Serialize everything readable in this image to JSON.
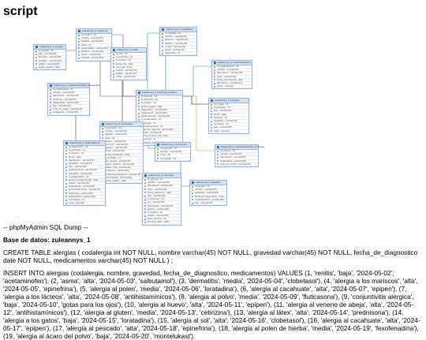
{
  "page": {
    "title": "script"
  },
  "diagram": {
    "tables": [
      {
        "name": "zuleannys_1 medicos",
        "fields": [
          "id_medico : int",
          "nombre : varchar(45)",
          "apellido : varchar(45)",
          "edad : int",
          "especialidad : varchar(45)",
          "telefono : varchar(45)",
          "email : varchar(45)",
          "hospital : varchar(45)"
        ]
      },
      {
        "name": "zuleannys_1 citas",
        "fields": [
          "id_cita : int",
          "id_paciente : int",
          "id_medico : int",
          "fecha_cita : date",
          "hora_cita : time",
          "motivo : varchar(45)",
          "estado : varchar(45)",
          "notas : varchar(45)"
        ]
      },
      {
        "name": "zuleannys_1 hospitales",
        "fields": [
          "id_hospital : int",
          "nombre : varchar(45)",
          "direccion : varchar(45)",
          "telefono : varchar(45)",
          "ciudad : varchar(45)",
          "email : varchar(45)",
          "capacidad : int"
        ]
      },
      {
        "name": "zuleannys_1 medicamentos",
        "fields": [
          "id_medicamento : int",
          "nombre : varchar(45)",
          "descripcion : varchar(45)",
          "dosis : varchar(45)",
          "fecha_vencimiento : date",
          "laboratorio : varchar(45)",
          "precio : decimal"
        ]
      },
      {
        "name": "zuleannys_1 enfermedades_frecuentes",
        "fields": [
          "id_enfermedad : int",
          "nombre : varchar(45)",
          "descripcion : varchar(45)",
          "sintomas : varchar(45)",
          "tratamiento : varchar(45)",
          "tipo : varchar(45)",
          "nivel_de_riesgo : varchar(45)",
          "contagiosa : varchar(45)"
        ]
      },
      {
        "name": "zuleannys_1 historial_medico",
        "fields": [
          "id_historial : int",
          "id_paciente : int",
          "id_medico : int",
          "fecha_registro : date",
          "diagnostico : varchar(45)",
          "tratamiento : varchar(45)",
          "observaciones : varchar(45)",
          "id_enfermedad : int",
          "id_alergia : int",
          "id_medicamento : int",
          "nivel_de_urgencia : varchar(45)",
          "estado : varchar(45)",
          "fecha_proxima_cita : date",
          "id_sangre : int",
          "resultado_examenes : varchar(45)"
        ]
      },
      {
        "name": "zuleannys_1 cirugias",
        "fields": [
          "id_cirugia : int",
          "id_paciente : int",
          "tipo : varchar(45)",
          "fecha : date",
          "duracion : int",
          "resultado : varchar(45)",
          "id_medico : int",
          "sala : varchar(45)",
          "costo : decimal"
        ]
      },
      {
        "name": "zuleannys_1 pacientes",
        "fields": [
          "id_paciente : int",
          "nombre : varchar(45)",
          "apellido : varchar(45)",
          "edad : int",
          "genero : varchar(45)",
          "direccion : varchar(45)",
          "telefono : varchar(45)",
          "email : varchar(45)",
          "fecha_nacimiento : date",
          "id_hospital : int",
          "tipo_sangre : varchar(45)",
          "seguro_medico : varchar(45)",
          "estado_civil : varchar(45)",
          "ocupacion : varchar(45)",
          "contacto_emergencia : varchar(45)",
          "nacionalidad : varchar(45)",
          "fecha_registro : date"
        ]
      },
      {
        "name": "zuleannys_1 diagnosticos",
        "fields": [
          "id_diagnostico : int",
          "id_paciente : int",
          "id_medico : int",
          "fecha : date",
          "descripcion : varchar(45)",
          "resultado : varchar(45)",
          "tipo : varchar(45)",
          "observaciones : varchar(45)",
          "gravedad : varchar(45)",
          "id_enfermedad : int",
          "fecha_de_seguimiento : date",
          "estado : varchar(45)",
          "tratamiento : varchar(45)",
          "recomendaciones : varchar(45)",
          "examenes : varchar(45)",
          "especialidad : varchar(45)",
          "id_hospital : int",
          "costo : decimal"
        ]
      },
      {
        "name": "zuleannys_1 personal",
        "fields": [
          "id_personal : int",
          "nombre : varchar(45)",
          "cargo : int",
          "id_hospital : int"
        ]
      },
      {
        "name": "zuleannys_1 vacunas",
        "fields": [
          "id_vacuna : int",
          "nombre : varchar(45)",
          "laboratorio : varchar(45)",
          "dosis : varchar(45)",
          "fecha_aplicacion : date",
          "lote : varchar(45)",
          "id_paciente : int",
          "via : varchar(45)",
          "descripcion : varchar(45)",
          "efectos : varchar(45)",
          "id_medico : int",
          "estado : varchar(45)",
          "edad_minima : int",
          "proxima_dosis : date"
        ]
      },
      {
        "name": "zuleannys_1 enfermedades_cronicas",
        "fields": [
          "id_cronica : int",
          "nombre : varchar(45)",
          "descripcion : varchar(45)",
          "tratamiento : varchar(45)",
          "nivel_de_control : varchar(45)"
        ]
      },
      {
        "name": "zuleannys_1 alergias",
        "fields": [
          "id_alergia : int",
          "nombre : varchar(45)",
          "gravedad : varchar(45)",
          "fecha_de_diagnostico : date",
          "medicamentos : varchar(45)",
          "tipo : varchar(45)"
        ]
      },
      {
        "name": "zuleannys_1 sangre",
        "fields": [
          "id_sangre : int",
          "tipo : varchar(45)",
          "donante : varchar(45)",
          "receptor : varchar(45)",
          "estado : varchar(45)",
          "fecha_registro : date"
        ]
      }
    ]
  },
  "ellipsis": "...",
  "document": {
    "dump_header": "-- phpMyAdmin SQL Dump --",
    "database_line": "Base de datos: zuleannys_1",
    "create_table": "CREATE TABLE alergias ( codalergia int NOT NULL, nombre varchar(45) NOT NULL, gravedad varchar(45) NOT NULL, fecha_de_diagnostico date NOT NULL, medicamentos varchar(45) NOT NULL ) ;",
    "insert_into": "INSERT INTO alergias (codalergia, nombre, gravedad, fecha_de_diagnostico, medicamentos) VALUES (1, 'renitis', 'baja', '2024-05-02', 'acetaminofen'), (2, 'asma', 'alta', '2024-05-03', 'salbutamol'), (3, 'dermatitis', 'media', '2024-05-04', 'clobetasol'), (4, 'alergia a los mariscos', 'alta', '2024-05-05', 'epinefrina'), (5, 'alergia al polen', 'media', '2024-05-06', 'loratadina'), (6, 'alergia al cacahuate', 'alta', '2024-05-07', 'epipen'), (7, 'alergia a los lácteos', 'alta', '2024-05-08', 'antihistamínicos'), (8, 'alergia al polvo', 'media', '2024-05-09', 'fluticasona'), (9, 'conjuntivitis alérgica', 'baja', '2024-05-10', 'gotas para los ojos'), (10, 'alergia al huevo', 'alta', '2024-05-11', 'epipen'), (11, 'alergia al veneno de abeja', 'alta', '2024-05-12', 'antihistamínicos'), (12, 'alergia al gluten', 'media', '2024-05-13', 'cetirizina'), (13, 'alergia al látex', 'alta', '2024-05-14', 'prednisona'), (14, 'alergia a los gatos', 'baja', '2024-05-15', 'loratadina'), (15, 'alergia al sol', 'alta', '2024-05-16', 'clobetasol'), (16, 'alergia al cacahuate', 'alta', '2024-05-17', 'epipen'), (17, 'alergia al pescado', 'alta', '2024-05-18', 'epinefrina'), (18, 'alergia al polen de hierba', 'media', '2024-05-19', 'fexofenadina'), (19, 'alergia al ácaro del polvo', 'baja', '2024-05-20', 'montelukast')."
  }
}
